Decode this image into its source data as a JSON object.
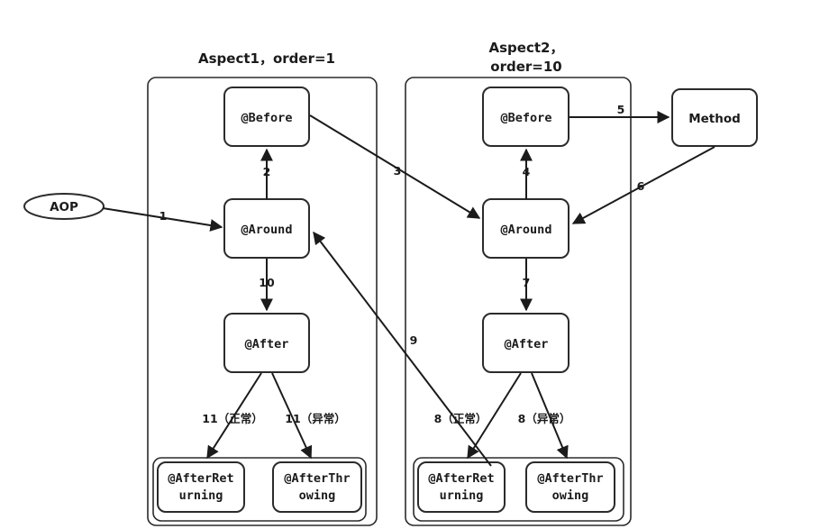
{
  "diagram": {
    "title_left": "Aspect1，order=1",
    "title_right_line1": "Aspect2，",
    "title_right_line2": "order=10",
    "start_node": "AOP",
    "method_node": "Method",
    "nodes": {
      "before": "@Before",
      "around": "@Around",
      "after": "@After",
      "after_returning_line1": "@AfterRet",
      "after_returning_line2": "urning",
      "after_throwing_line1": "@AfterThr",
      "after_throwing_line2": "owing"
    },
    "edges": {
      "e1": "1",
      "e2": "2",
      "e3": "3",
      "e4": "4",
      "e5": "5",
      "e6": "6",
      "e7": "7",
      "e9": "9",
      "e10": "10",
      "e11_normal": "11（正常）",
      "e11_exception": "11（异常）",
      "e8_normal": "8（正常）",
      "e8_exception": "8（异常）"
    },
    "colors": {
      "stroke": "#2b2b2b",
      "text": "#1b1b1b",
      "background": "#ffffff"
    }
  }
}
